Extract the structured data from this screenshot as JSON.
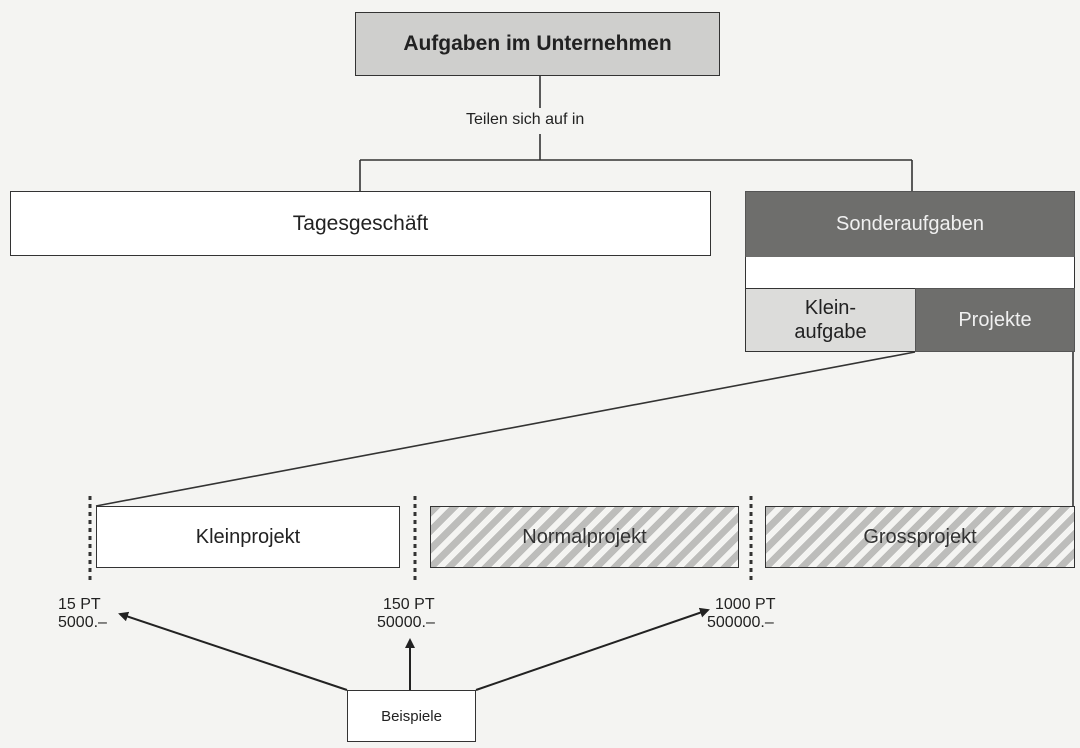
{
  "root": {
    "label": "Aufgaben im Unternehmen"
  },
  "connector_label": "Teilen sich auf in",
  "level1": {
    "tagesgeschaeft": "Tagesgeschäft",
    "sonderaufgaben": "Sonderaufgaben"
  },
  "level2": {
    "kleinaufgabe_line1": "Klein-",
    "kleinaufgabe_line2": "aufgabe",
    "projekte": "Projekte"
  },
  "project_types": {
    "klein": "Kleinprojekt",
    "normal": "Normalprojekt",
    "gross": "Grossprojekt"
  },
  "thresholds": [
    {
      "pt": "15 PT",
      "money": "5000.–"
    },
    {
      "pt": "150 PT",
      "money": "50000.–"
    },
    {
      "pt": "1000 PT",
      "money": "500000.–"
    }
  ],
  "examples_label": "Beispiele",
  "colors": {
    "root_fill": "#cfcfcd",
    "dark_fill": "#6e6e6c",
    "light_fill": "#dcdcda",
    "hatch": "#bdbdbb"
  }
}
